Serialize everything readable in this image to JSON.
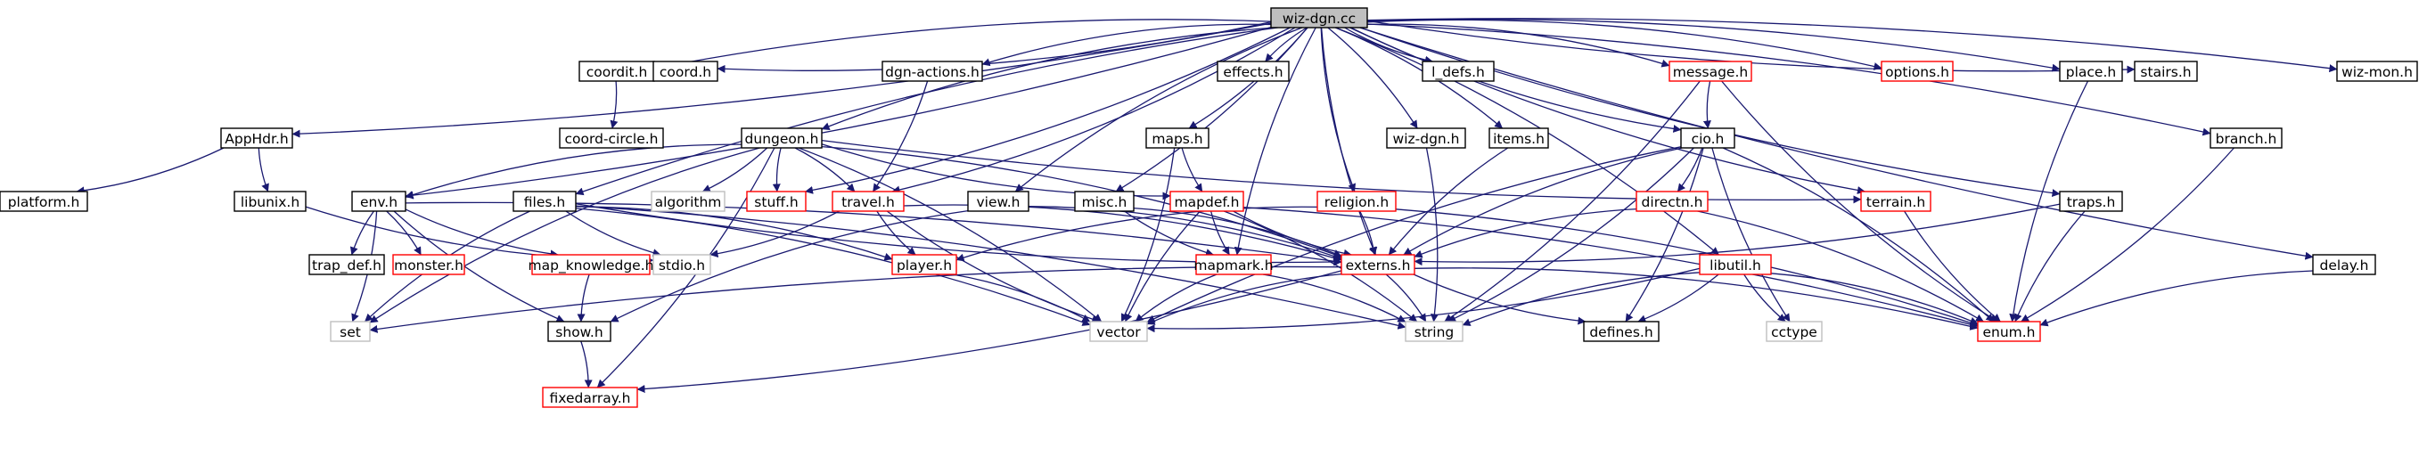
{
  "graph": {
    "edge_color": "#191970",
    "colors": {
      "root_fill": "#bfbfbf",
      "normal_border": "#000000",
      "external_border": "#ff0000",
      "system_border": "#bfbfbf",
      "text": "#000000"
    },
    "nodes": [
      {
        "id": "wiz-dgn.cc",
        "kind": "root"
      },
      {
        "id": "AppHdr.h",
        "kind": "normal"
      },
      {
        "id": "platform.h",
        "kind": "normal"
      },
      {
        "id": "libunix.h",
        "kind": "normal"
      },
      {
        "id": "coordit.h",
        "kind": "normal"
      },
      {
        "id": "coord-circle.h",
        "kind": "normal"
      },
      {
        "id": "coord.h",
        "kind": "normal"
      },
      {
        "id": "dungeon.h",
        "kind": "normal"
      },
      {
        "id": "env.h",
        "kind": "normal"
      },
      {
        "id": "algorithm",
        "kind": "system"
      },
      {
        "id": "stuff.h",
        "kind": "external"
      },
      {
        "id": "files.h",
        "kind": "normal"
      },
      {
        "id": "dgn-actions.h",
        "kind": "normal"
      },
      {
        "id": "travel.h",
        "kind": "external"
      },
      {
        "id": "effects.h",
        "kind": "normal"
      },
      {
        "id": "maps.h",
        "kind": "normal"
      },
      {
        "id": "view.h",
        "kind": "normal"
      },
      {
        "id": "misc.h",
        "kind": "normal"
      },
      {
        "id": "mapdef.h",
        "kind": "external"
      },
      {
        "id": "wiz-dgn.h",
        "kind": "normal"
      },
      {
        "id": "l_defs.h",
        "kind": "normal"
      },
      {
        "id": "items.h",
        "kind": "normal"
      },
      {
        "id": "religion.h",
        "kind": "external"
      },
      {
        "id": "message.h",
        "kind": "external"
      },
      {
        "id": "cio.h",
        "kind": "normal"
      },
      {
        "id": "directn.h",
        "kind": "external"
      },
      {
        "id": "options.h",
        "kind": "external"
      },
      {
        "id": "terrain.h",
        "kind": "external"
      },
      {
        "id": "libutil.h",
        "kind": "external"
      },
      {
        "id": "traps.h",
        "kind": "normal"
      },
      {
        "id": "place.h",
        "kind": "normal"
      },
      {
        "id": "stairs.h",
        "kind": "normal"
      },
      {
        "id": "branch.h",
        "kind": "normal"
      },
      {
        "id": "delay.h",
        "kind": "normal"
      },
      {
        "id": "wiz-mon.h",
        "kind": "normal"
      },
      {
        "id": "trap_def.h",
        "kind": "normal"
      },
      {
        "id": "monster.h",
        "kind": "external"
      },
      {
        "id": "map_knowledge.h",
        "kind": "external"
      },
      {
        "id": "stdio.h",
        "kind": "system"
      },
      {
        "id": "player.h",
        "kind": "external"
      },
      {
        "id": "mapmark.h",
        "kind": "external"
      },
      {
        "id": "externs.h",
        "kind": "external"
      },
      {
        "id": "show.h",
        "kind": "normal"
      },
      {
        "id": "set",
        "kind": "system"
      },
      {
        "id": "vector",
        "kind": "system"
      },
      {
        "id": "string",
        "kind": "system"
      },
      {
        "id": "defines.h",
        "kind": "normal"
      },
      {
        "id": "cctype",
        "kind": "system"
      },
      {
        "id": "enum.h",
        "kind": "external"
      },
      {
        "id": "fixedarray.h",
        "kind": "external"
      }
    ],
    "edges": [
      [
        "wiz-dgn.cc",
        "AppHdr.h"
      ],
      [
        "wiz-dgn.cc",
        "coordit.h"
      ],
      [
        "wiz-dgn.cc",
        "coord.h"
      ],
      [
        "wiz-dgn.cc",
        "dungeon.h"
      ],
      [
        "wiz-dgn.cc",
        "env.h"
      ],
      [
        "wiz-dgn.cc",
        "files.h"
      ],
      [
        "wiz-dgn.cc",
        "stuff.h"
      ],
      [
        "wiz-dgn.cc",
        "dgn-actions.h"
      ],
      [
        "wiz-dgn.cc",
        "travel.h"
      ],
      [
        "wiz-dgn.cc",
        "effects.h"
      ],
      [
        "wiz-dgn.cc",
        "maps.h"
      ],
      [
        "wiz-dgn.cc",
        "view.h"
      ],
      [
        "wiz-dgn.cc",
        "misc.h"
      ],
      [
        "wiz-dgn.cc",
        "mapmark.h"
      ],
      [
        "wiz-dgn.cc",
        "wiz-dgn.h"
      ],
      [
        "wiz-dgn.cc",
        "l_defs.h"
      ],
      [
        "wiz-dgn.cc",
        "items.h"
      ],
      [
        "wiz-dgn.cc",
        "religion.h"
      ],
      [
        "wiz-dgn.cc",
        "message.h"
      ],
      [
        "wiz-dgn.cc",
        "cio.h"
      ],
      [
        "wiz-dgn.cc",
        "options.h"
      ],
      [
        "wiz-dgn.cc",
        "terrain.h"
      ],
      [
        "wiz-dgn.cc",
        "libutil.h"
      ],
      [
        "wiz-dgn.cc",
        "traps.h"
      ],
      [
        "wiz-dgn.cc",
        "place.h"
      ],
      [
        "wiz-dgn.cc",
        "stairs.h"
      ],
      [
        "wiz-dgn.cc",
        "branch.h"
      ],
      [
        "wiz-dgn.cc",
        "delay.h"
      ],
      [
        "wiz-dgn.cc",
        "wiz-mon.h"
      ],
      [
        "wiz-dgn.cc",
        "externs.h"
      ],
      [
        "AppHdr.h",
        "platform.h"
      ],
      [
        "AppHdr.h",
        "libunix.h"
      ],
      [
        "coordit.h",
        "coord-circle.h"
      ],
      [
        "dungeon.h",
        "env.h"
      ],
      [
        "dungeon.h",
        "algorithm"
      ],
      [
        "dungeon.h",
        "stuff.h"
      ],
      [
        "dungeon.h",
        "travel.h"
      ],
      [
        "dungeon.h",
        "mapdef.h"
      ],
      [
        "dungeon.h",
        "externs.h"
      ],
      [
        "dungeon.h",
        "set"
      ],
      [
        "dungeon.h",
        "vector"
      ],
      [
        "dungeon.h",
        "terrain.h"
      ],
      [
        "dungeon.h",
        "fixedarray.h"
      ],
      [
        "env.h",
        "trap_def.h"
      ],
      [
        "env.h",
        "monster.h"
      ],
      [
        "env.h",
        "map_knowledge.h"
      ],
      [
        "env.h",
        "set"
      ],
      [
        "env.h",
        "show.h"
      ],
      [
        "env.h",
        "externs.h"
      ],
      [
        "libunix.h",
        "stdio.h"
      ],
      [
        "files.h",
        "player.h"
      ],
      [
        "files.h",
        "set"
      ],
      [
        "files.h",
        "vector"
      ],
      [
        "files.h",
        "stdio.h"
      ],
      [
        "files.h",
        "string"
      ],
      [
        "files.h",
        "externs.h"
      ],
      [
        "dgn-actions.h",
        "travel.h"
      ],
      [
        "travel.h",
        "player.h"
      ],
      [
        "travel.h",
        "externs.h"
      ],
      [
        "travel.h",
        "vector"
      ],
      [
        "travel.h",
        "stdio.h"
      ],
      [
        "maps.h",
        "mapdef.h"
      ],
      [
        "maps.h",
        "vector"
      ],
      [
        "view.h",
        "show.h"
      ],
      [
        "view.h",
        "externs.h"
      ],
      [
        "misc.h",
        "mapmark.h"
      ],
      [
        "misc.h",
        "externs.h"
      ],
      [
        "mapdef.h",
        "externs.h"
      ],
      [
        "mapdef.h",
        "string"
      ],
      [
        "mapdef.h",
        "vector"
      ],
      [
        "mapdef.h",
        "enum.h"
      ],
      [
        "mapdef.h",
        "mapmark.h"
      ],
      [
        "wiz-dgn.h",
        "string"
      ],
      [
        "items.h",
        "externs.h"
      ],
      [
        "religion.h",
        "externs.h"
      ],
      [
        "religion.h",
        "player.h"
      ],
      [
        "religion.h",
        "enum.h"
      ],
      [
        "message.h",
        "cio.h"
      ],
      [
        "message.h",
        "string"
      ],
      [
        "message.h",
        "enum.h"
      ],
      [
        "cio.h",
        "directn.h"
      ],
      [
        "cio.h",
        "externs.h"
      ],
      [
        "cio.h",
        "string"
      ],
      [
        "cio.h",
        "vector"
      ],
      [
        "cio.h",
        "defines.h"
      ],
      [
        "cio.h",
        "cctype"
      ],
      [
        "cio.h",
        "enum.h"
      ],
      [
        "directn.h",
        "externs.h"
      ],
      [
        "directn.h",
        "enum.h"
      ],
      [
        "terrain.h",
        "enum.h"
      ],
      [
        "libutil.h",
        "defines.h"
      ],
      [
        "libutil.h",
        "string"
      ],
      [
        "libutil.h",
        "vector"
      ],
      [
        "libutil.h",
        "cctype"
      ],
      [
        "libutil.h",
        "enum.h"
      ],
      [
        "traps.h",
        "enum.h"
      ],
      [
        "traps.h",
        "externs.h"
      ],
      [
        "place.h",
        "enum.h"
      ],
      [
        "branch.h",
        "enum.h"
      ],
      [
        "delay.h",
        "enum.h"
      ],
      [
        "player.h",
        "vector"
      ],
      [
        "mapmark.h",
        "vector"
      ],
      [
        "mapmark.h",
        "string"
      ],
      [
        "externs.h",
        "vector"
      ],
      [
        "externs.h",
        "string"
      ],
      [
        "externs.h",
        "defines.h"
      ],
      [
        "externs.h",
        "enum.h"
      ],
      [
        "externs.h",
        "set"
      ],
      [
        "externs.h",
        "fixedarray.h"
      ],
      [
        "map_knowledge.h",
        "show.h"
      ],
      [
        "show.h",
        "fixedarray.h"
      ]
    ]
  }
}
